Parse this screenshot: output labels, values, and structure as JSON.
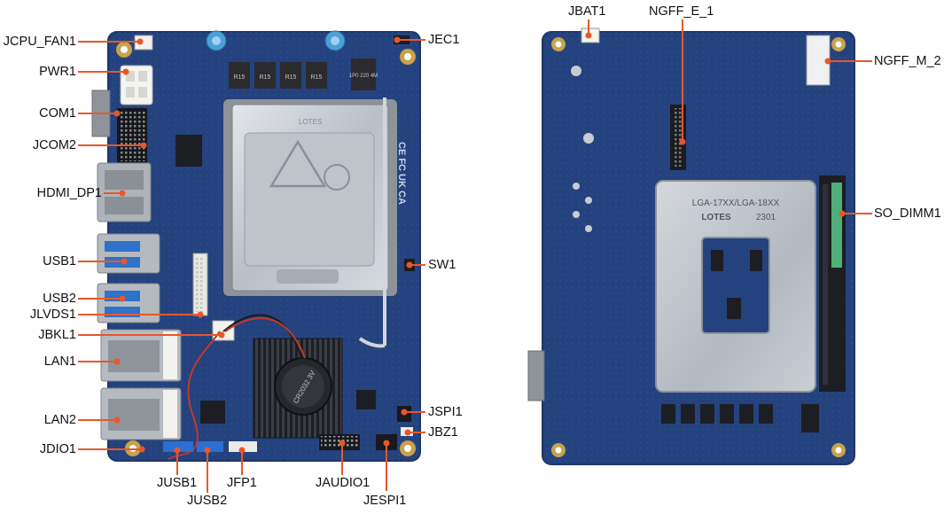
{
  "colors": {
    "pcb": "#24427e",
    "pcb_edge": "#1c3669",
    "leader": "#e8572a",
    "text": "#111111",
    "metal": "#c7ccd3",
    "heatsink": "#2a2d34"
  },
  "front_board": {
    "labels": {
      "jcpu_fan1": "JCPU_FAN1",
      "pwr1": "PWR1",
      "com1": "COM1",
      "jcom2": "JCOM2",
      "hdmi_dp1": "HDMI_DP1",
      "usb1": "USB1",
      "usb2": "USB2",
      "jlvds1": "JLVDS1",
      "jbkl1": "JBKL1",
      "lan1": "LAN1",
      "lan2": "LAN2",
      "jdio1": "JDIO1",
      "jusb1": "JUSB1",
      "jusb2": "JUSB2",
      "jfp1": "JFP1",
      "jaudio1": "JAUDIO1",
      "jespi1": "JESPI1",
      "jec1": "JEC1",
      "sw1": "SW1",
      "jspi1": "JSPI1",
      "jbz1": "JBZ1"
    },
    "markings": {
      "inductor": "R15",
      "choke": "1P0 220 4M",
      "socket_top": "LOTES",
      "cert": "CE FC UK CA",
      "battery": "CR2032 3V"
    }
  },
  "back_board": {
    "labels": {
      "jbat1": "JBAT1",
      "ngff_e_1": "NGFF_E_1",
      "ngff_m_2": "NGFF_M_2",
      "so_dimm1": "SO_DIMM1"
    },
    "markings": {
      "plate_line1": "LGA-17XX/LGA-18XX",
      "plate_brand": "LOTES",
      "plate_code": "2301"
    }
  }
}
